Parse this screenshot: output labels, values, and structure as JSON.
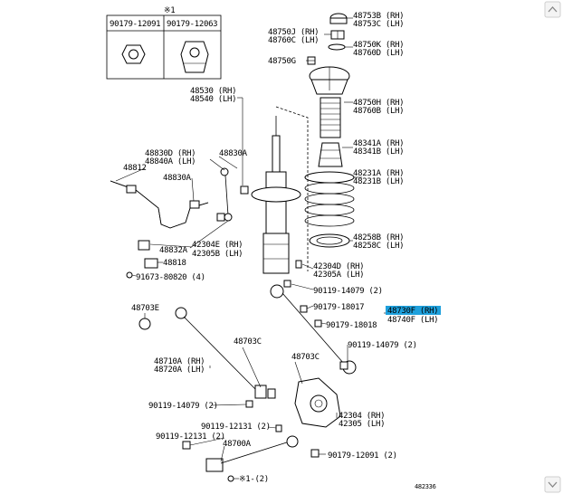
{
  "inset": {
    "marker": "※1",
    "left_part": "90179-12091",
    "right_part": "90179-12063"
  },
  "labels": {
    "l48753b": "48753B (RH)",
    "l48753c": "48753C (LH)",
    "l48750j": "48750J (RH)",
    "l48760c": "48760C (LH)",
    "l48750k": "48750K (RH)",
    "l48760d": "48760D (LH)",
    "l48750g": "48750G",
    "l48530": "48530 (RH)",
    "l48540": "48540 (LH)",
    "l48750h": "48750H (RH)",
    "l48760b": "48760B (LH)",
    "l48341a": "48341A (RH)",
    "l48341b": "48341B (LH)",
    "l48830d": "48830D (RH)",
    "l48840a": "48840A (LH)",
    "l48830a_top": "48830A",
    "l48812": "48812",
    "l48830a_mid": "48830A",
    "l48231a": "48231A (RH)",
    "l48231b": "48231B (LH)",
    "l48258b": "48258B (RH)",
    "l48258c": "48258C (LH)",
    "l42304e": "42304E (RH)",
    "l42305b": "42305B (LH)",
    "l48832a": "48832A",
    "l48818": "48818",
    "l42304d": "42304D (RH)",
    "l42305a": "42305A (LH)",
    "l91673": "91673-80820 (4)",
    "l90119_top": "90119-14079 (2)",
    "l48703e": "48703E",
    "l90179_18017": "90179-18017",
    "l48730f": "48730F (RH)",
    "l48740f": "48740F (LH)",
    "l90179_18018": "90179-18018",
    "l48703c_mid": "48703C",
    "l90119_right": "90119-14079 (2)",
    "l48710a": "48710A (RH)",
    "l48720a": "48720A (LH)",
    "l48703c_low": "48703C",
    "l90119_left": "90119-14079 (2)",
    "l42304": "42304 (RH)",
    "l42305": "42305 (LH)",
    "l90119_12131_a": "90119-12131 (2)",
    "l90119_12131_b": "90119-12131 (2)",
    "l48700a": "48700A",
    "l90179_12091": "90179-12091 (2)",
    "l_star1": "※1-(2)",
    "l_code": "482336"
  }
}
